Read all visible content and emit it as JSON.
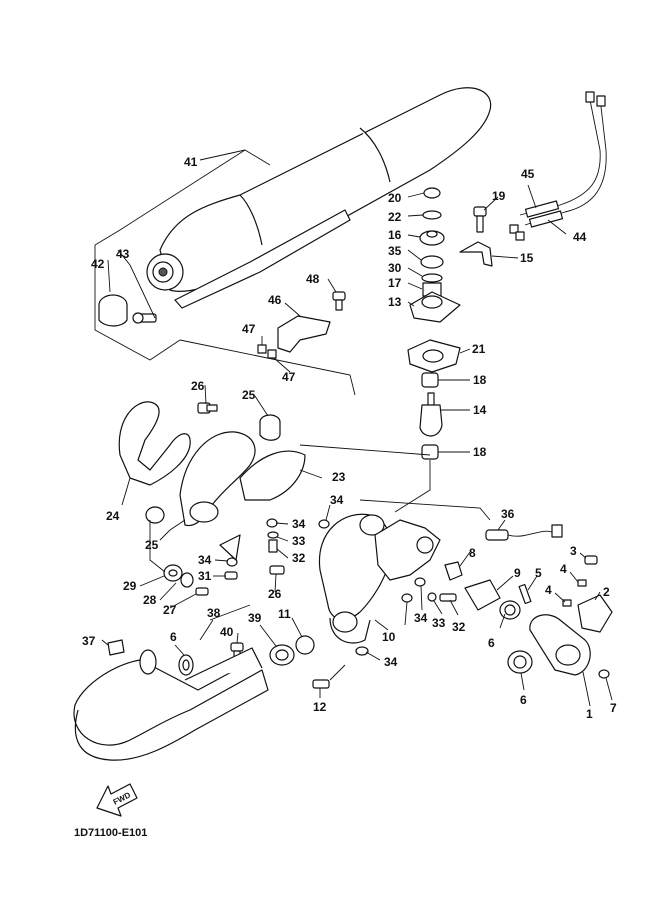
{
  "diagram_code": "1D71100-E101",
  "fwd_label": "FWD",
  "callouts": {
    "c1": "1",
    "c2": "2",
    "c3": "3",
    "c4a": "4",
    "c4b": "4",
    "c5": "5",
    "c6a": "6",
    "c6b": "6",
    "c6c": "6",
    "c7": "7",
    "c8": "8",
    "c9": "9",
    "c10": "10",
    "c11": "11",
    "c12": "12",
    "c13": "13",
    "c14": "14",
    "c15": "15",
    "c16": "16",
    "c17": "17",
    "c18a": "18",
    "c18b": "18",
    "c19": "19",
    "c20": "20",
    "c21": "21",
    "c22": "22",
    "c23": "23",
    "c24": "24",
    "c25a": "25",
    "c25b": "25",
    "c26a": "26",
    "c26b": "26",
    "c27": "27",
    "c28": "28",
    "c29": "29",
    "c30": "30",
    "c31": "31",
    "c32a": "32",
    "c32b": "32",
    "c33a": "33",
    "c33b": "33",
    "c34a": "34",
    "c34b": "34",
    "c34c": "34",
    "c34d": "34",
    "c34e": "34",
    "c35": "35",
    "c36": "36",
    "c37": "37",
    "c38": "38",
    "c39": "39",
    "c40": "40",
    "c41": "41",
    "c42": "42",
    "c43": "43",
    "c44": "44",
    "c45": "45",
    "c46": "46",
    "c47a": "47",
    "c47b": "47",
    "c48": "48"
  },
  "icons": {
    "fwd_arrow": "fwd-arrow-icon"
  }
}
